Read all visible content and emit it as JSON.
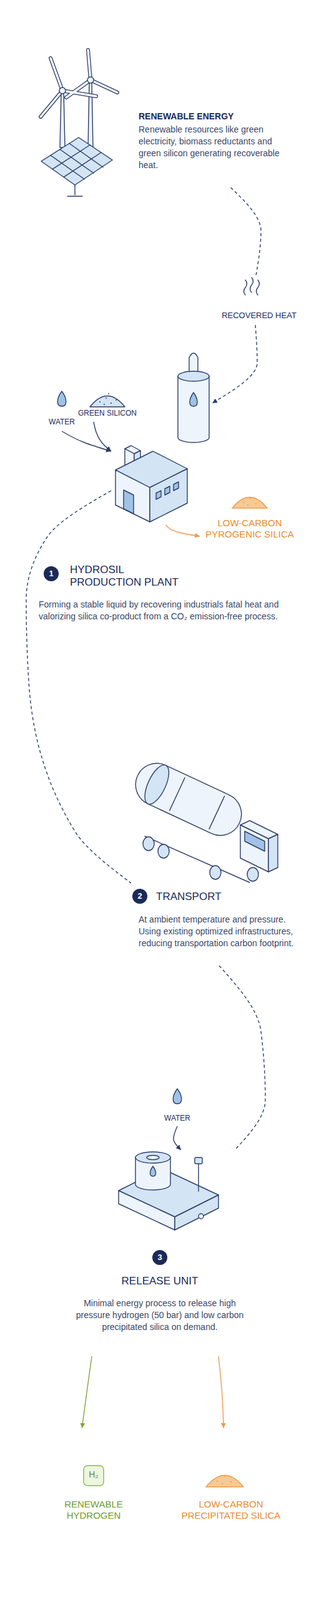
{
  "diagram": {
    "nodes": [
      {
        "text": [
          "RENEWABLE ENERGY",
          "Renewable resources like green electricity, biomass reductants and green silicon generating recoverable heat."
        ]
      },
      {
        "text": [
          "RECOVERED HEAT"
        ]
      },
      {
        "text": [
          "WATER"
        ]
      },
      {
        "text": [
          "GREEN SILICON"
        ]
      },
      {
        "text": [
          "HYDROSIL PRODUCTION PLANT",
          "Forming a stable liquid by recovering industrials fatal heat and valorizing silica co-product from a CO₂ emission-free process."
        ]
      },
      {
        "text": [
          "LOW-CARBON PYROGENIC SILICA"
        ]
      },
      {
        "text": [
          "TRANSPORT",
          "At ambient temperature and pressure. Using existing optimized infrastructures, reducing transportation carbon footprint."
        ]
      },
      {
        "text": [
          "WATER"
        ]
      },
      {
        "text": [
          "RELEASE UNIT",
          "Minimal energy process to release high pressure hydrogen (50 bar) and low carbon precipitated silica on demand."
        ]
      },
      {
        "text": [
          "H₂",
          "RENEWABLE HYDROGEN"
        ]
      },
      {
        "text": [
          "LOW-CARBON PRECIPITATED SILICA"
        ]
      }
    ],
    "edges": [
      {
        "from": 0,
        "to": 1,
        "arrow": "none"
      },
      {
        "from": 1,
        "to": 4,
        "arrow": "to"
      },
      {
        "from": 2,
        "to": 4,
        "arrow": "to"
      },
      {
        "from": 3,
        "to": 4,
        "arrow": "to"
      },
      {
        "from": 4,
        "to": 5,
        "arrow": "to"
      },
      {
        "from": 4,
        "to": 6,
        "arrow": "none"
      },
      {
        "from": 6,
        "to": 8,
        "arrow": "none"
      },
      {
        "from": 7,
        "to": 8,
        "arrow": "to"
      },
      {
        "from": 8,
        "to": 9,
        "arrow": "to"
      },
      {
        "from": 8,
        "to": 10,
        "arrow": "to"
      }
    ],
    "labels": [
      "1",
      "2",
      "3"
    ]
  }
}
